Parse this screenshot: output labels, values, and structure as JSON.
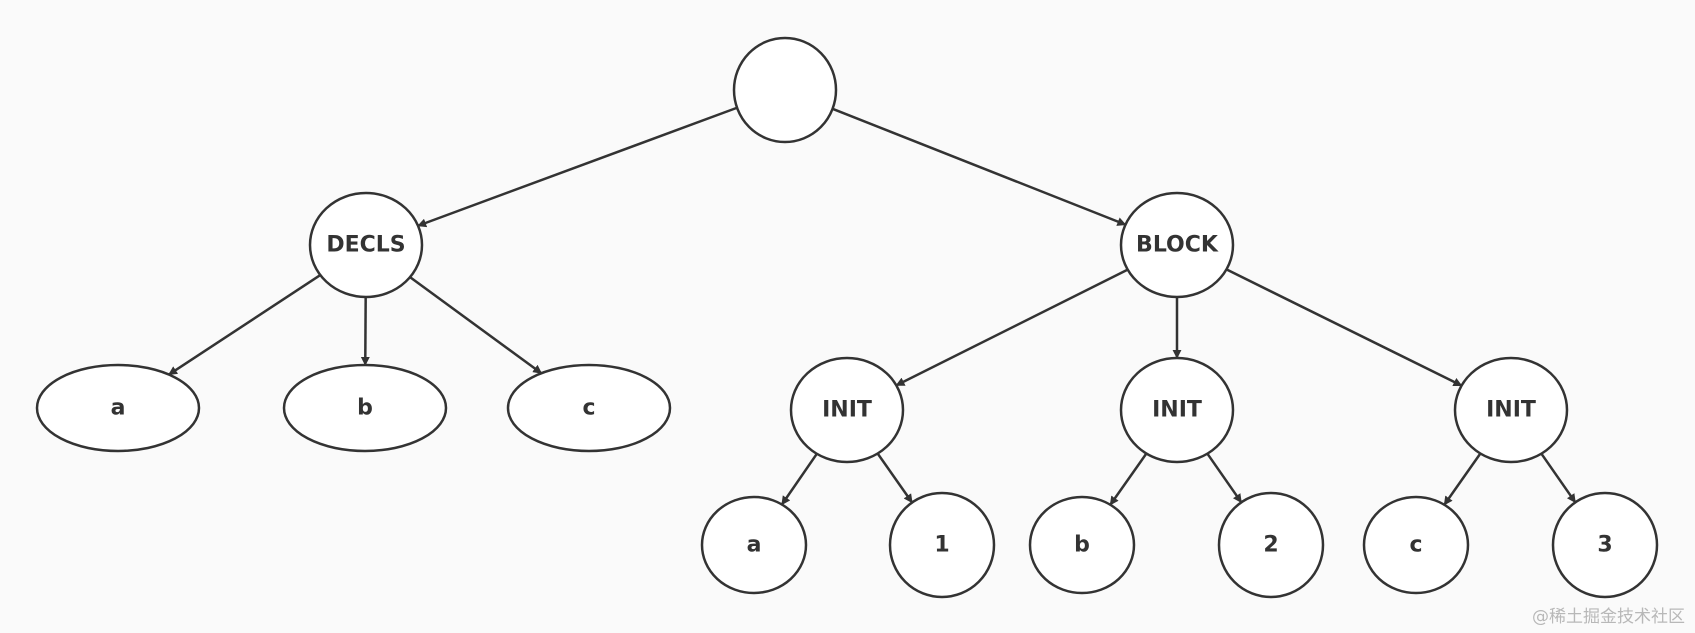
{
  "diagram": {
    "type": "tree",
    "colors": {
      "background": "#fafafa",
      "stroke": "#333333",
      "fill": "#ffffff",
      "text": "#333333"
    },
    "nodes": [
      {
        "id": "root",
        "label": ""
      },
      {
        "id": "decls",
        "label": "DECLS"
      },
      {
        "id": "block",
        "label": "BLOCK"
      },
      {
        "id": "decl_a",
        "label": "a"
      },
      {
        "id": "decl_b",
        "label": "b"
      },
      {
        "id": "decl_c",
        "label": "c"
      },
      {
        "id": "init1",
        "label": "INIT"
      },
      {
        "id": "init2",
        "label": "INIT"
      },
      {
        "id": "init3",
        "label": "INIT"
      },
      {
        "id": "init1_a",
        "label": "a"
      },
      {
        "id": "init1_1",
        "label": "1"
      },
      {
        "id": "init2_b",
        "label": "b"
      },
      {
        "id": "init2_2",
        "label": "2"
      },
      {
        "id": "init3_c",
        "label": "c"
      },
      {
        "id": "init3_3",
        "label": "3"
      }
    ],
    "edges": [
      [
        "root",
        "decls"
      ],
      [
        "root",
        "block"
      ],
      [
        "decls",
        "decl_a"
      ],
      [
        "decls",
        "decl_b"
      ],
      [
        "decls",
        "decl_c"
      ],
      [
        "block",
        "init1"
      ],
      [
        "block",
        "init2"
      ],
      [
        "block",
        "init3"
      ],
      [
        "init1",
        "init1_a"
      ],
      [
        "init1",
        "init1_1"
      ],
      [
        "init2",
        "init2_b"
      ],
      [
        "init2",
        "init2_2"
      ],
      [
        "init3",
        "init3_c"
      ],
      [
        "init3",
        "init3_3"
      ]
    ]
  },
  "watermark": "@稀土掘金技术社区"
}
